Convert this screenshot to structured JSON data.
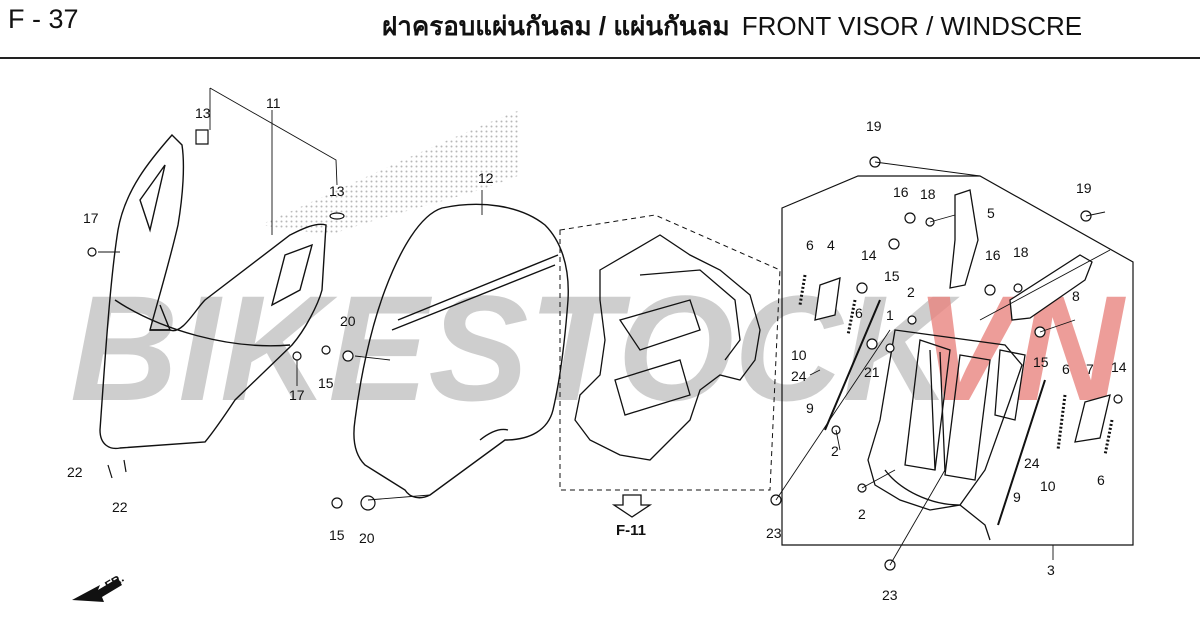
{
  "header": {
    "code": "F - 37",
    "title_th": "ฝาครอบแผ่นกันลม / แผ่นกันลม",
    "title_en": "FRONT VISOR / WINDSCRE"
  },
  "watermark": {
    "text": "BIKESTOCK",
    "suffix": "VN"
  },
  "reference": {
    "label": "F-11"
  },
  "direction": {
    "label": "FR."
  },
  "callouts": {
    "c11": "11",
    "c12": "12",
    "c13a": "13",
    "c13b": "13",
    "c17a": "17",
    "c17b": "17",
    "c15a": "15",
    "c20a": "20",
    "c22a": "22",
    "c22b": "22",
    "c15b": "15",
    "c20b": "20",
    "c19a": "19",
    "c19b": "19",
    "c16a": "16",
    "c18a": "18",
    "c5": "5",
    "c16b": "16",
    "c18b": "18",
    "c8": "8",
    "c6a": "6",
    "c4": "4",
    "c14a": "14",
    "c15c": "15",
    "c6b": "6",
    "c2a": "2",
    "c1": "1",
    "c10a": "10",
    "c24a": "24",
    "c21": "21",
    "c15d": "15",
    "c9a": "9",
    "c2b": "2",
    "c2c": "2",
    "c23a": "23",
    "c6c": "6",
    "c7": "7",
    "c14b": "14",
    "c24b": "24",
    "c10b": "10",
    "c6d": "6",
    "c9b": "9",
    "c3": "3",
    "c23b": "23"
  },
  "colors": {
    "watermark_gray": "#b9b9b9",
    "watermark_red": "#e8857f",
    "line": "#111111"
  }
}
